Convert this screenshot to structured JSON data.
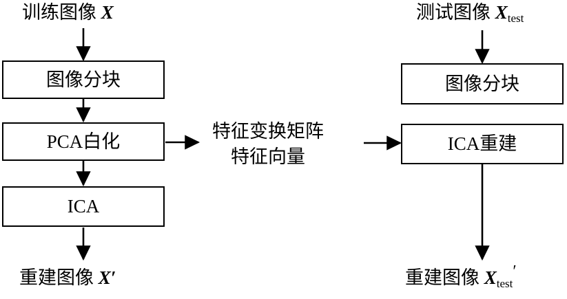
{
  "diagram": {
    "title_left": "训练图像 X",
    "title_right": "测试图像 Xtest",
    "left_column": {
      "input_label_cn": "训练图像",
      "input_label_var": "X",
      "boxes": [
        {
          "label": "图像分块"
        },
        {
          "label": "PCA白化"
        },
        {
          "label": "ICA"
        }
      ],
      "output_label_cn": "重建图像",
      "output_label_var": "X",
      "output_label_prime": "′"
    },
    "center": {
      "line1": "特征变换矩阵",
      "line2": "特征向量"
    },
    "right_column": {
      "input_label_cn": "测试图像",
      "input_label_var": "X",
      "input_label_sub": "test",
      "boxes": [
        {
          "label": "图像分块"
        },
        {
          "label": "ICA重建"
        }
      ],
      "output_label_cn": "重建图像",
      "output_label_var": "X",
      "output_label_prime": "′",
      "output_label_sub": "test"
    },
    "colors": {
      "stroke": "#000000",
      "background": "#ffffff",
      "text": "#000000"
    }
  }
}
